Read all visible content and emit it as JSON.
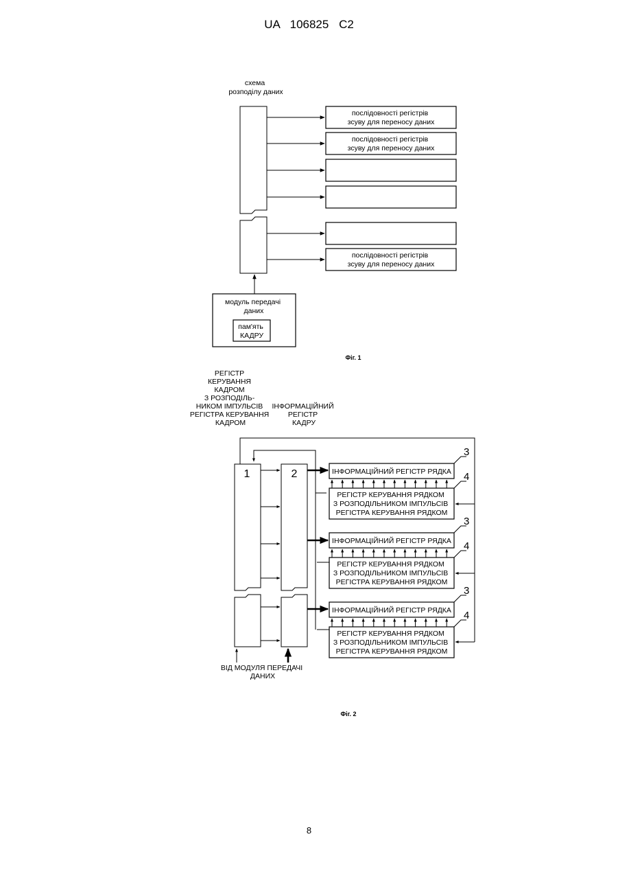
{
  "header": {
    "patent": "UA",
    "number": "106825",
    "kind": "C2"
  },
  "page_number": "8",
  "fig1": {
    "caption": "Фіг. 1",
    "distribution_label": [
      "схема",
      "розподілу даних"
    ],
    "register_label": [
      "послідовності регістрів",
      "зсуву для переносу даних"
    ],
    "module_label": [
      "модуль передачі",
      "даних"
    ],
    "memory_label": [
      "пам'ять",
      "КАДРУ"
    ]
  },
  "fig2": {
    "caption": "Фіг. 2",
    "frame_control_label": [
      "РЕГІСТР",
      "КЕРУВАННЯ",
      "КАДРОМ",
      "З РОЗПОДІЛЬ-",
      "НИКОМ ІМПУЛЬСІВ",
      "РЕГІСТРА КЕРУВАННЯ",
      "КАДРОМ"
    ],
    "frame_info_label": [
      "ІНФОРМАЦІЙНИЙ",
      "РЕГІСТР",
      "КАДРУ"
    ],
    "block1_num": "1",
    "block2_num": "2",
    "row_info_label": "ІНФОРМАЦІЙНИЙ РЕГІСТР РЯДКА",
    "row_control_label": [
      "РЕГІСТР КЕРУВАННЯ РЯДКОМ",
      "З РОЗПОДІЛЬНИКОМ ІМПУЛЬСІВ",
      "РЕГІСТРА КЕРУВАННЯ РЯДКОМ"
    ],
    "ref3": "3",
    "ref4": "4",
    "input_label": [
      "ВІД МОДУЛЯ ПЕРЕДАЧІ",
      "ДАНИХ"
    ]
  }
}
